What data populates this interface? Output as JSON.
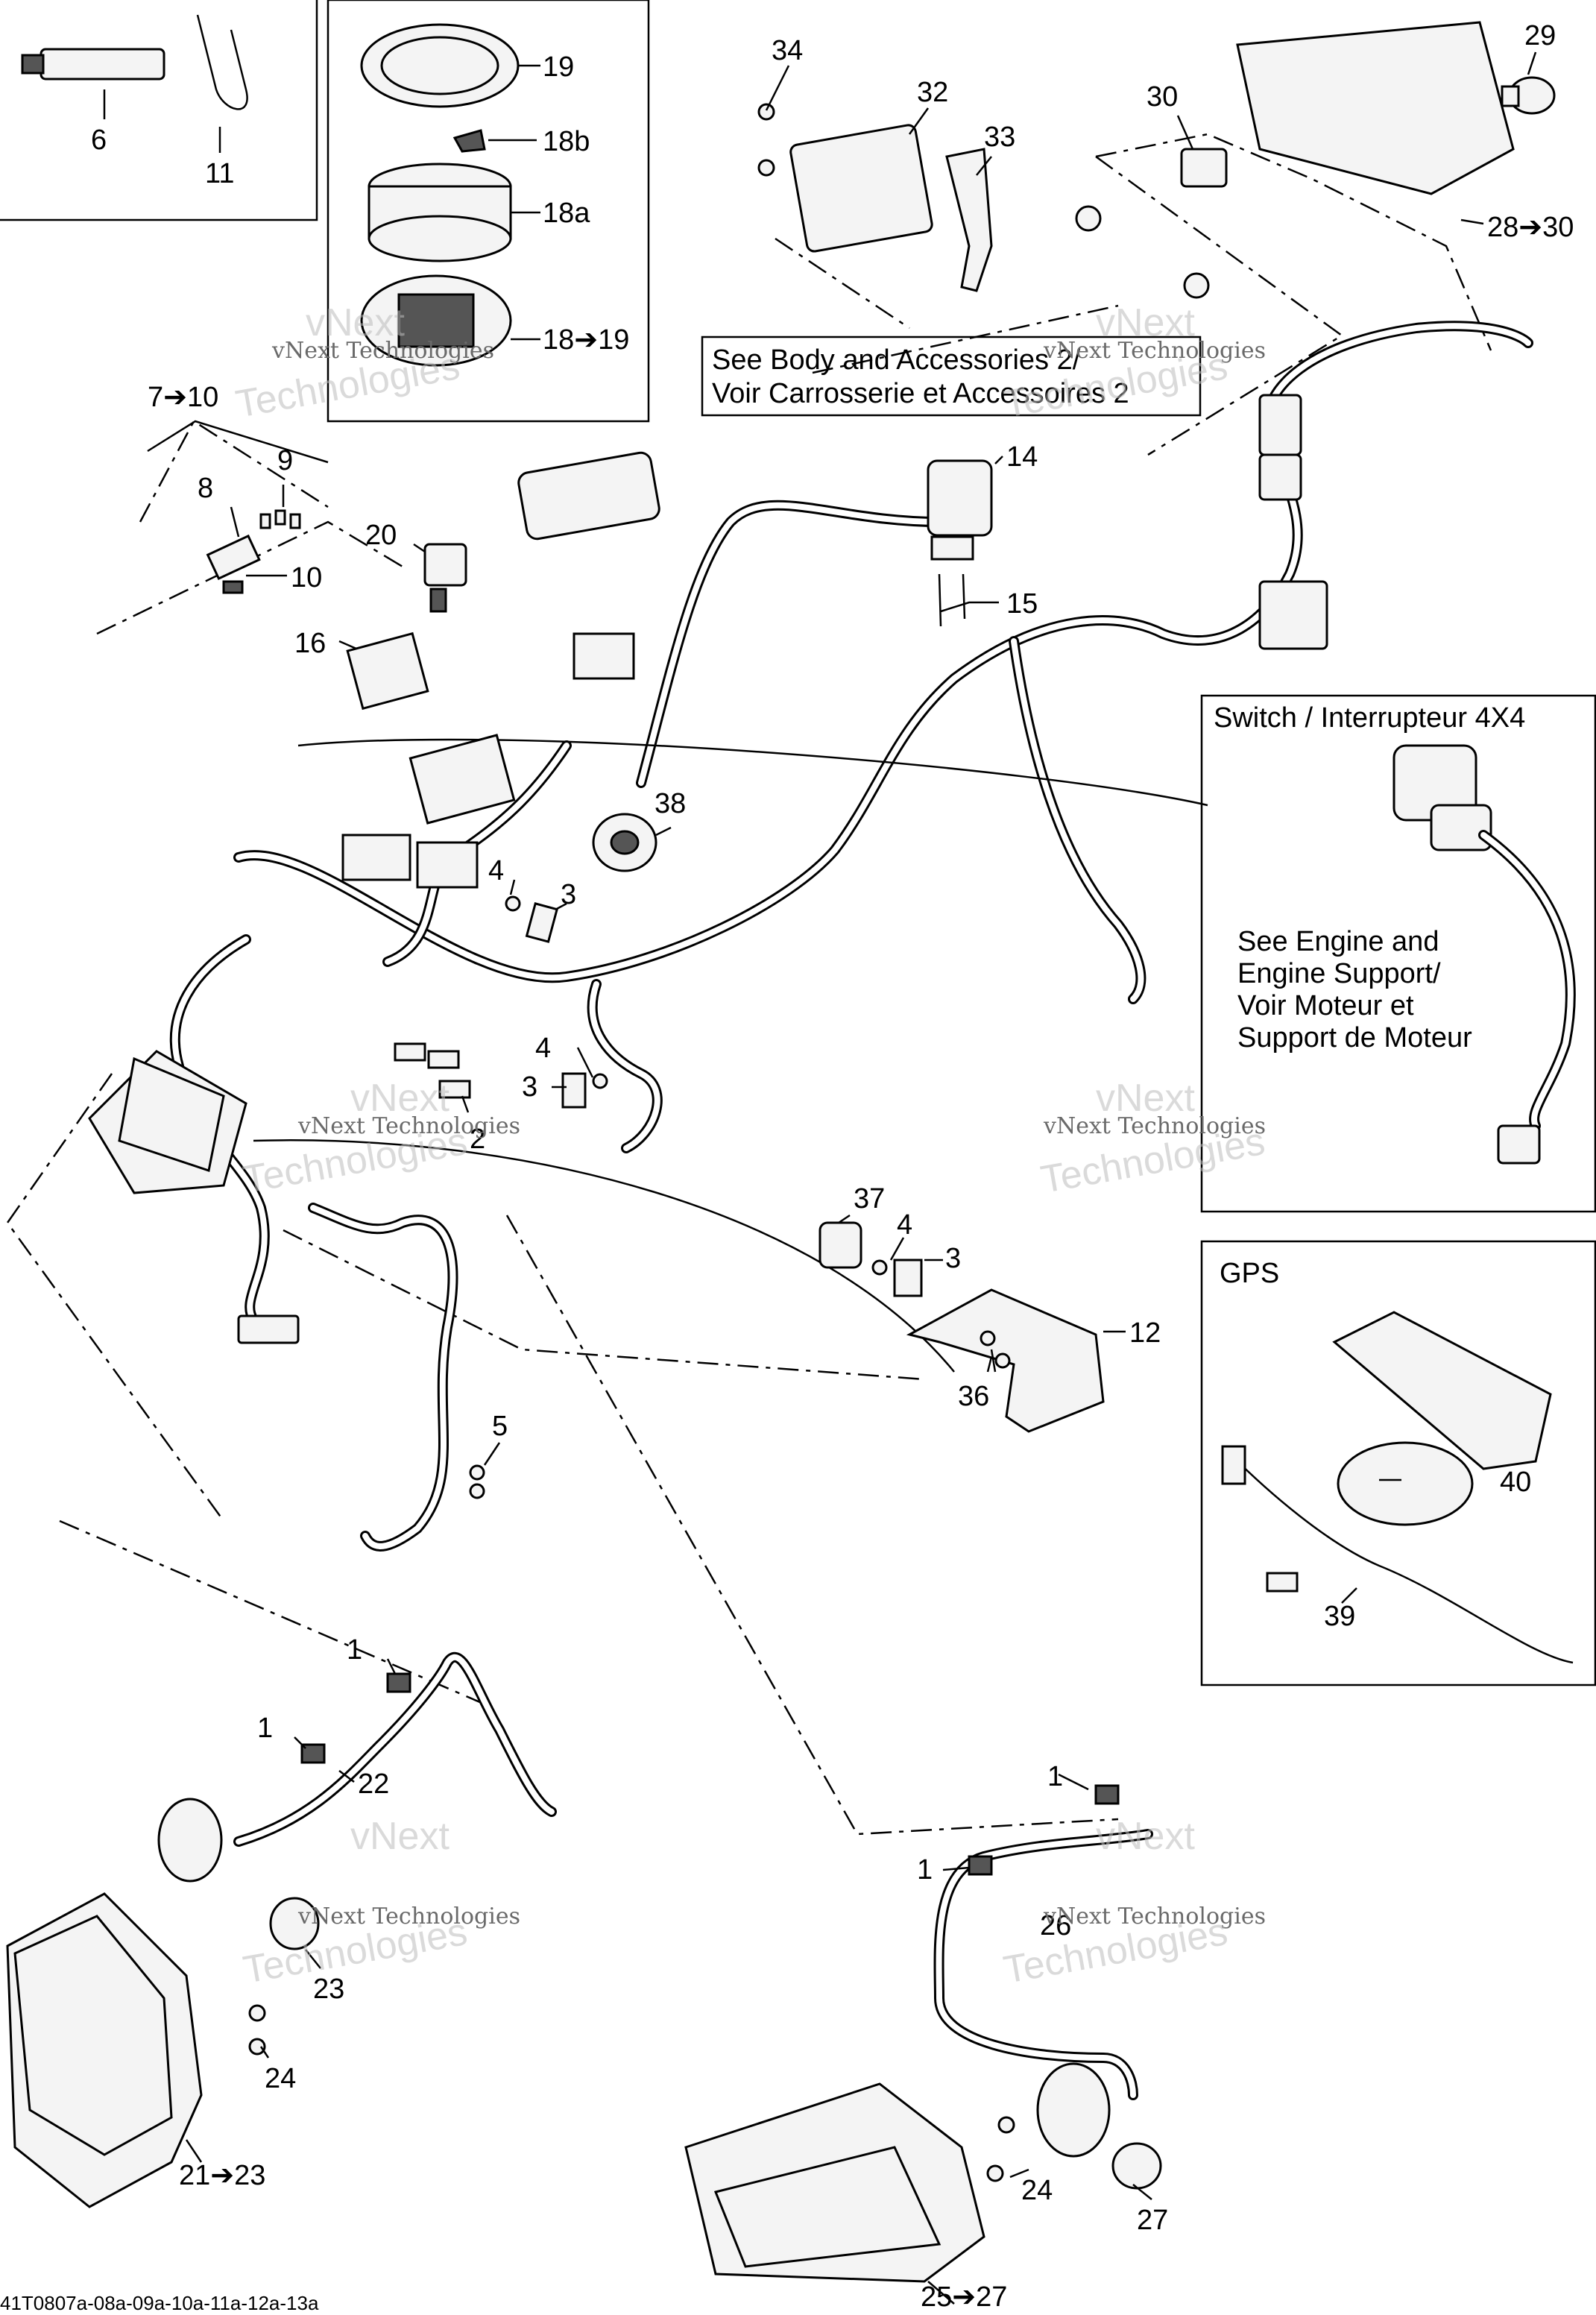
{
  "callouts": {
    "c1a": "1",
    "c1b": "1",
    "c1c": "1",
    "c1d": "1",
    "c2": "2",
    "c3a": "3",
    "c3b": "3",
    "c3c": "3",
    "c4a": "4",
    "c4b": "4",
    "c4c": "4",
    "c5": "5",
    "c6": "6",
    "c7_10": "7➔10",
    "c8": "8",
    "c9": "9",
    "c10": "10",
    "c11": "11",
    "c12": "12",
    "c14": "14",
    "c15": "15",
    "c16": "16",
    "c18a": "18a",
    "c18b": "18b",
    "c18_19": "18➔19",
    "c19": "19",
    "c20": "20",
    "c21_23": "21➔23",
    "c22": "22",
    "c23": "23",
    "c24a": "24",
    "c24b": "24",
    "c25_27": "25➔27",
    "c26": "26",
    "c27": "27",
    "c28_30": "28➔30",
    "c29": "29",
    "c30": "30",
    "c32": "32",
    "c33": "33",
    "c34": "34",
    "c36": "36",
    "c37": "37",
    "c38": "38",
    "c39": "39",
    "c40": "40"
  },
  "reference_box": {
    "line1": "See Body and Accessories 2/",
    "line2": "Voir Carrosserie et Accessoires 2"
  },
  "switch_box": {
    "title": "Switch / Interrupteur 4X4",
    "note_line1": "See Engine and",
    "note_line2": "Engine Support/",
    "note_line3": "Voir Moteur et",
    "note_line4": "Support de Moteur"
  },
  "gps_box": {
    "title": "GPS"
  },
  "watermark": {
    "line1": "vNext Technologies",
    "line2": "vNext",
    "line3": "Technologies"
  },
  "footer_code": "41T0807a-08a-09a-10a-11a-12a-13a"
}
